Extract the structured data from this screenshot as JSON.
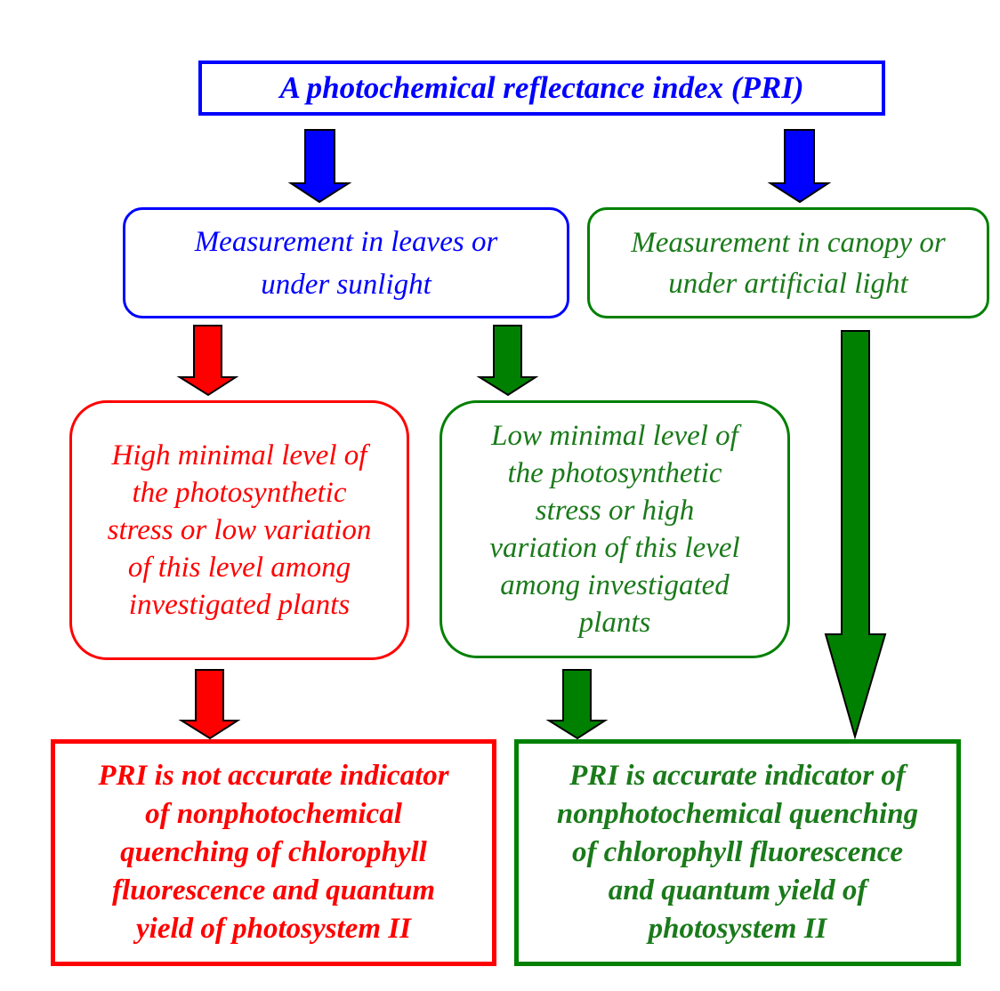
{
  "colors": {
    "blue": "#0000ff",
    "red": "#ff0000",
    "green": "#008000",
    "green_text": "#1a7a1a",
    "arrow_outline": "#000000"
  },
  "nodes": {
    "top": "A photochemical reflectance index (PRI)",
    "leaves": "Measurement in leaves or\nunder sunlight",
    "canopy": "Measurement in canopy or\nunder artificial light",
    "high": "High minimal level of\nthe photosynthetic\nstress or low variation\nof this level among\ninvestigated plants",
    "low": "Low minimal level of\nthe photosynthetic\nstress or high\nvariation of this level\namong investigated\nplants",
    "not_accurate": "PRI is not accurate indicator\nof nonphotochemical\nquenching of chlorophyll\nfluorescence and quantum\nyield of photosystem II",
    "accurate": "PRI is accurate indicator of\nnonphotochemical quenching\nof chlorophyll fluorescence\nand quantum yield of\nphotosystem II"
  }
}
